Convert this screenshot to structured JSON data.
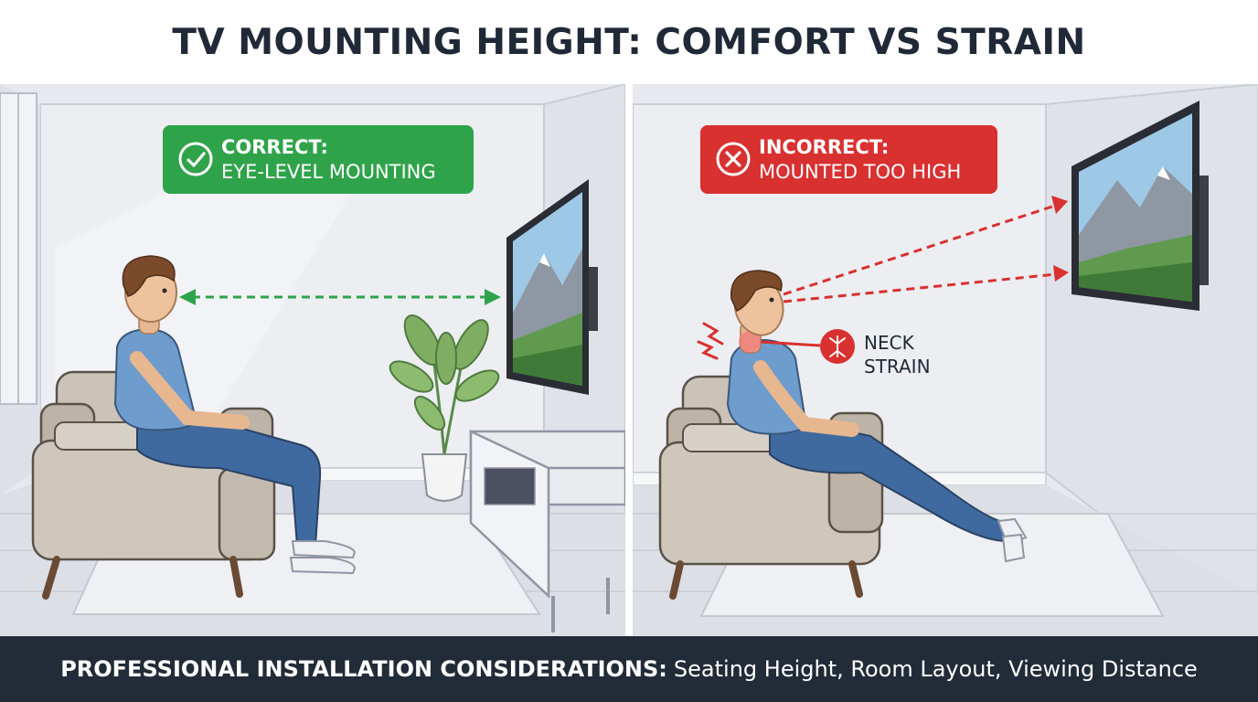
{
  "title": "TV MOUNTING HEIGHT: COMFORT VS STRAIN",
  "correct_panel": {
    "badge_title": "CORRECT:",
    "badge_subtitle": "EYE-LEVEL MOUNTING",
    "badge_icon": "check-circle-icon",
    "color": "#2fa34a"
  },
  "incorrect_panel": {
    "badge_title": "INCORRECT:",
    "badge_subtitle": "MOUNTED TOO HIGH",
    "badge_icon": "x-circle-icon",
    "color": "#d93030",
    "callout_line1": "NECK",
    "callout_line2": "STRAIN"
  },
  "footer": {
    "lead": "PROFESSIONAL INSTALLATION CONSIDERATIONS:",
    "rest": "Seating Height, Room Layout, Viewing Distance"
  }
}
